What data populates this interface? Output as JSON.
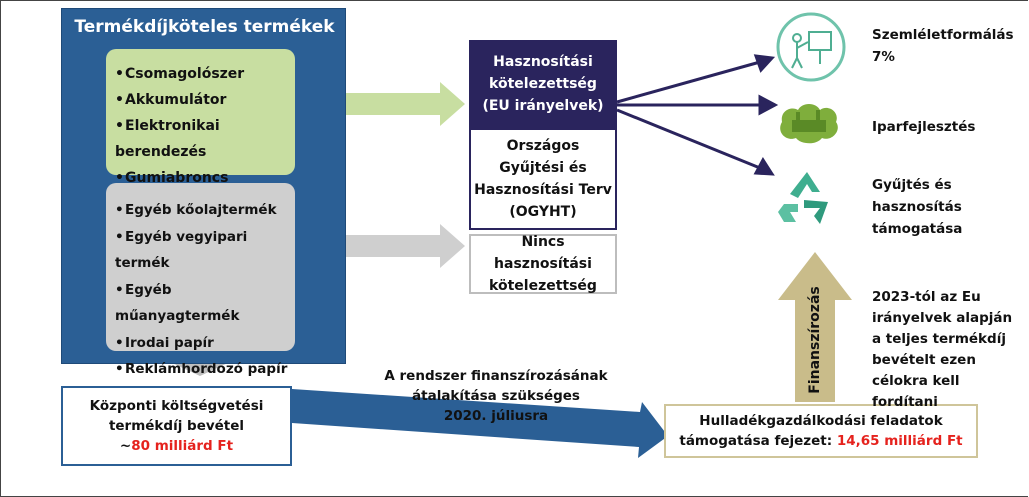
{
  "left_panel": {
    "title": "Termékdíjköteles termékek",
    "green_items": [
      "Csomagolószer",
      "Akkumulátor",
      "Elektronikai berendezés",
      "Gumiabroncs"
    ],
    "gray_items": [
      "Egyéb kőolajtermék",
      "Egyéb vegyipari termék",
      "Egyéb műanyagtermék",
      "Irodai papír",
      "Reklámhordozó papír"
    ],
    "bullet": "•"
  },
  "middle": {
    "obligation_lines": [
      "Hasznosítási",
      "kötelezettség",
      "(EU irányelvek)"
    ],
    "plan_lines": [
      "Országos",
      "Gyűjtési és",
      "Hasznosítási Terv",
      "(OGYHT)"
    ],
    "no_obligation_lines": [
      "Nincs hasznosítási",
      "kötelezettség"
    ]
  },
  "targets": {
    "awareness": [
      "Szemléletformálás",
      "7%"
    ],
    "industry": [
      "Iparfejlesztés"
    ],
    "collection": [
      "Gyűjtés és hasznosítás",
      "támogatása"
    ]
  },
  "budget_box": {
    "lines": [
      "Központi költségvetési",
      "termékdíj bevétel"
    ],
    "amount_prefix": "~",
    "amount": "80 milliárd Ft"
  },
  "reform_note": [
    "A rendszer finanszírozásának",
    "átalakítása szükséges",
    "2020. júliusra"
  ],
  "waste_box": {
    "line1": "Hulladékgazdálkodási feladatok",
    "line2_prefix": "támogatása fejezet: ",
    "amount": "14,65 milliárd Ft"
  },
  "funding_arrow_label": "Finanszírozás",
  "eu_note": [
    "2023-tól az Eu",
    "irányelvek alapján",
    "a teljes termékdíj",
    "bevételt ezen",
    "célokra kell fordítani"
  ],
  "colors": {
    "navy": "#2b5f95",
    "dark_purple": "#2a245d",
    "light_green": "#c8dea1",
    "light_gray": "#cfcfcf",
    "tan": "#c9bc8a",
    "red": "#e5221d"
  },
  "icons": [
    "presentation-icon",
    "green-industry-icon",
    "recycling-icon"
  ]
}
